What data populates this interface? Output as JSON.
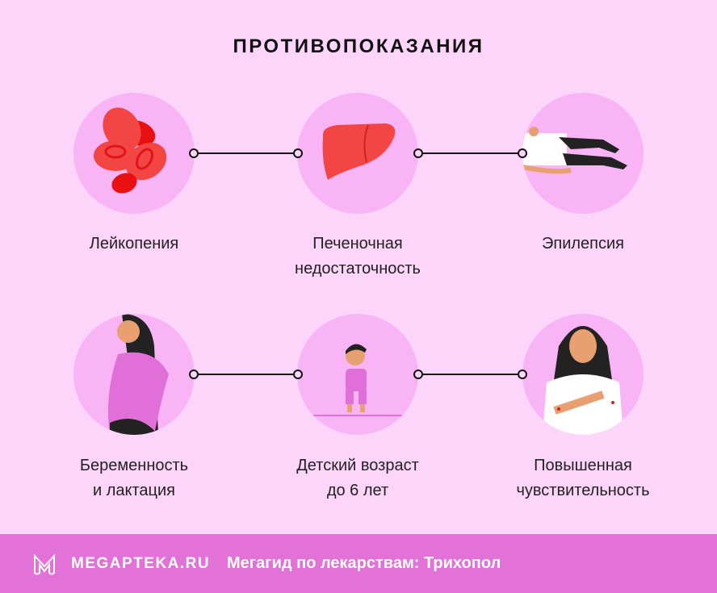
{
  "title": "ПРОТИВОПОКАЗАНИЯ",
  "items": [
    {
      "label1": "Лейкопения",
      "label2": ""
    },
    {
      "label1": "Печеночная",
      "label2": "недостаточность"
    },
    {
      "label1": "Эпилепсия",
      "label2": ""
    },
    {
      "label1": "Беременность",
      "label2": "и лактация"
    },
    {
      "label1": "Детский возраст",
      "label2": "до 6 лет"
    },
    {
      "label1": "Повышенная",
      "label2": "чувствительность"
    }
  ],
  "footer": {
    "brand": "MEGAPTEKA.RU",
    "subtitle": "Мегагид по лекарствам: Трихопол"
  },
  "colors": {
    "background": "#fdd5fb",
    "circle": "#f8b4f4",
    "footer": "#e272d7"
  }
}
